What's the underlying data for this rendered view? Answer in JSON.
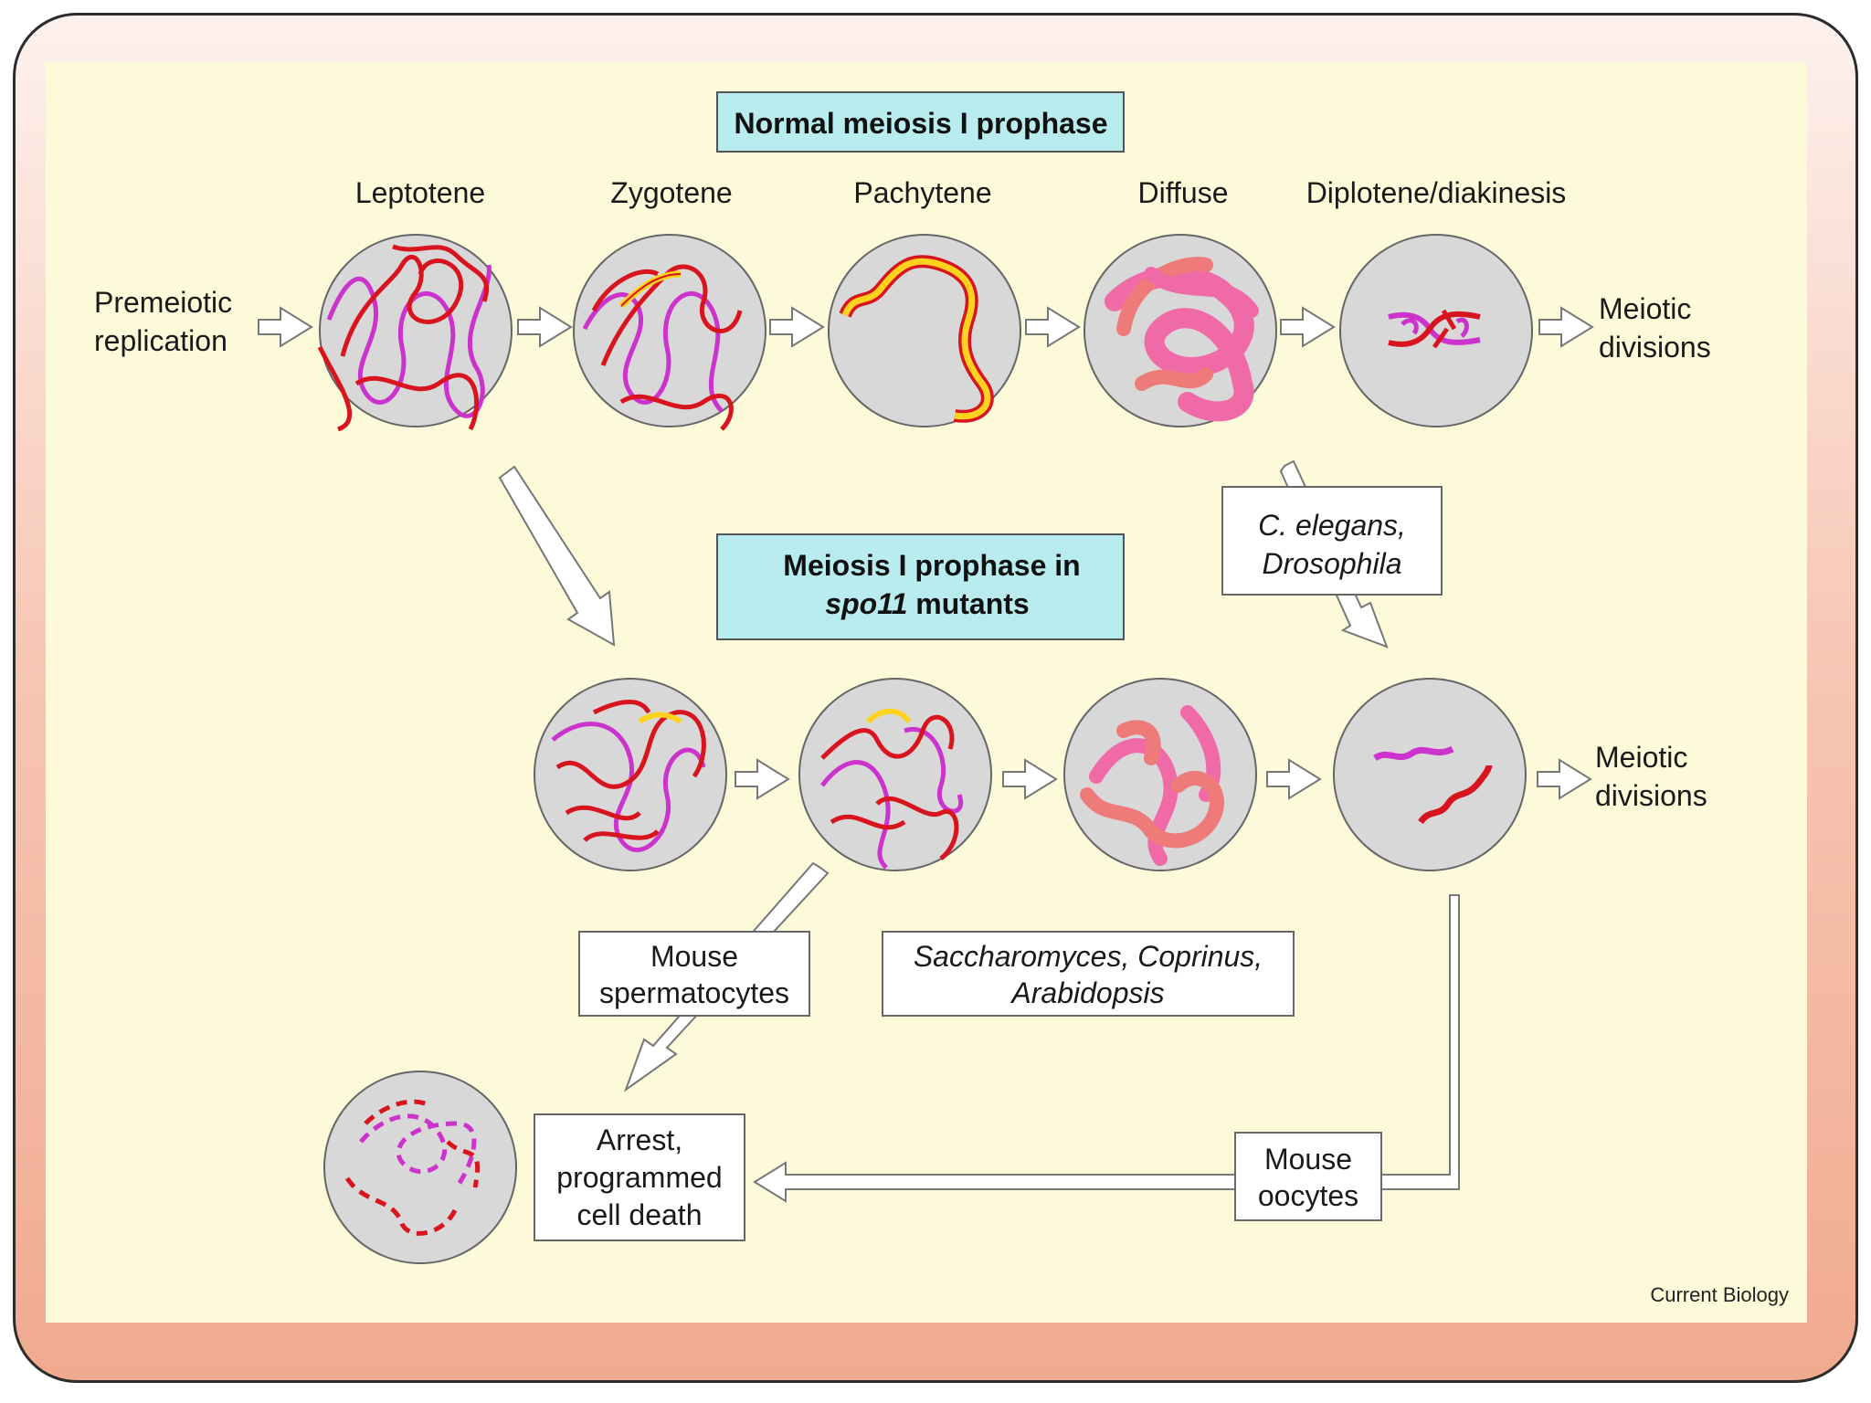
{
  "titles": {
    "normal": "Normal meiosis I prophase",
    "mutant_line1": "Meiosis I prophase in",
    "mutant_line2_italic": "spo11",
    "mutant_line2_rest": " mutants"
  },
  "stages": [
    "Leptotene",
    "Zygotene",
    "Pachytene",
    "Diffuse",
    "Diplotene/diakinesis"
  ],
  "labels": {
    "premeiotic_1": "Premeiotic",
    "premeiotic_2": "replication",
    "meiotic_top_1": "Meiotic",
    "meiotic_top_2": "divisions",
    "meiotic_mid_1": "Meiotic",
    "meiotic_mid_2": "divisions"
  },
  "boxes": {
    "celegans_1": "C. elegans,",
    "celegans_2": "Drosophila",
    "mouse_sperm_1": "Mouse",
    "mouse_sperm_2": "spermatocytes",
    "sacc_1": "Saccharomyces, Coprinus,",
    "sacc_2": "Arabidopsis",
    "arrest_1": "Arrest,",
    "arrest_2": "programmed",
    "arrest_3": "cell death",
    "oocytes_1": "Mouse",
    "oocytes_2": "oocytes"
  },
  "credit": "Current Biology",
  "colors": {
    "red_chromosome": "#d8141e",
    "magenta_chromosome": "#cc33cc",
    "synapsis_yellow": "#ffd21e",
    "pink_chromatin": "#f06aa8",
    "salmon_chromatin": "#ef7a7a",
    "title_box": "#b9ecef",
    "cell_fill": "#d8d8d8",
    "panel_bg": "#fcfad9"
  }
}
